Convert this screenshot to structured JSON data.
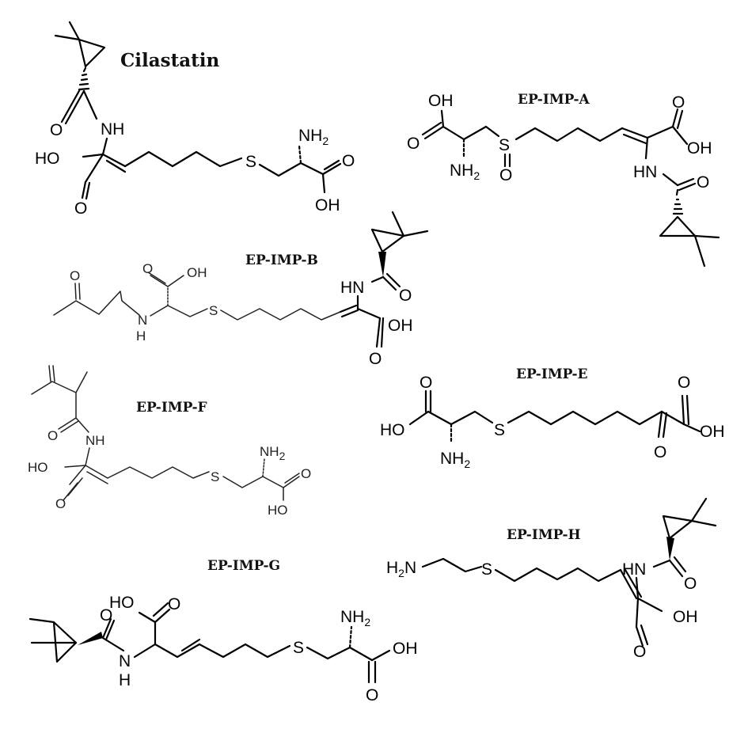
{
  "labels": {
    "cilastatin": "Cilastatin",
    "a": "EP-IMP-A",
    "b": "EP-IMP-B",
    "e": "EP-IMP-E",
    "f": "EP-IMP-F",
    "g": "EP-IMP-G",
    "h": "EP-IMP-H"
  },
  "atoms": {
    "oh": "OH",
    "ho": "HO",
    "o": "O",
    "nh": "NH",
    "hn": "HN",
    "n": "N",
    "h": "H",
    "s": "S",
    "nh2_main": "NH",
    "h2n_main": "H",
    "h2n_n": "N",
    "sub2": "2"
  }
}
